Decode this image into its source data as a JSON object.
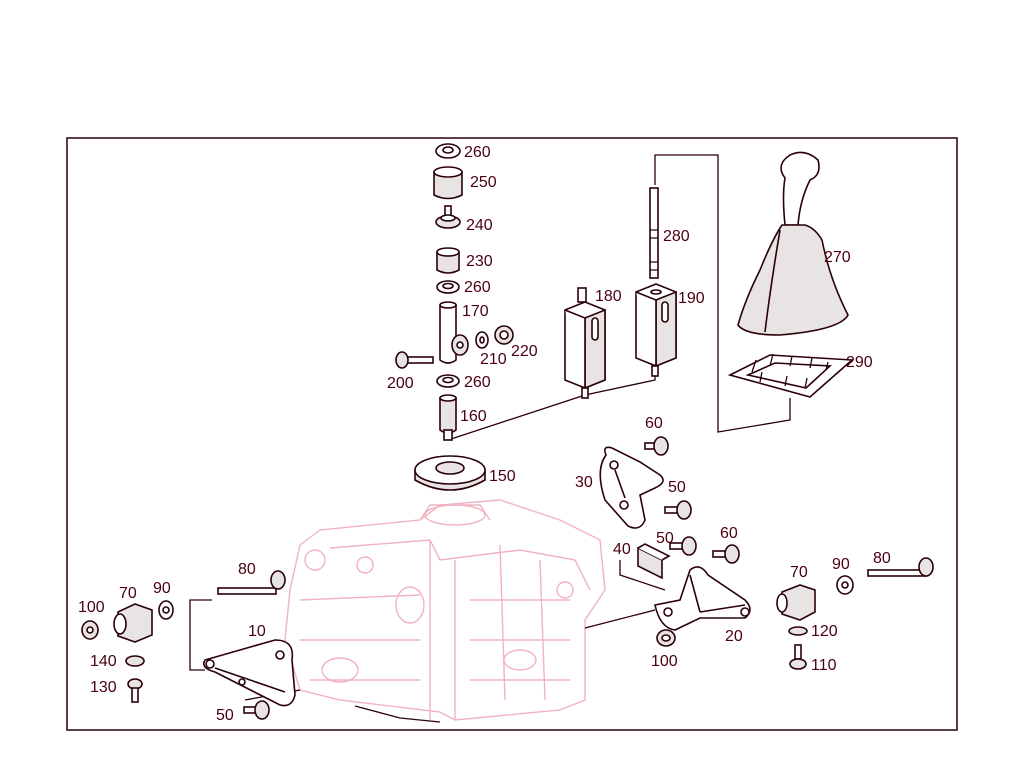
{
  "colors": {
    "ink": "#2a0008",
    "label": "#4a0010",
    "ghost": "#f2b3c0",
    "frame": "#2a0008"
  },
  "callouts": {
    "c260a": "260",
    "c250": "250",
    "c240": "240",
    "c230": "230",
    "c260b": "260",
    "c170": "170",
    "c210": "210",
    "c220": "220",
    "c200": "200",
    "c260c": "260",
    "c160": "160",
    "c150": "150",
    "c180": "180",
    "c190": "190",
    "c280": "280",
    "c270": "270",
    "c290": "290",
    "c60a": "60",
    "c30": "30",
    "c50a": "50",
    "c50b": "50",
    "c60b": "60",
    "c40": "40",
    "c70a": "70",
    "c90a": "90",
    "c80a": "80",
    "c100a": "100",
    "c10": "10",
    "c140": "140",
    "c130": "130",
    "c50c": "50",
    "c70b": "70",
    "c90b": "90",
    "c80b": "80",
    "c120": "120",
    "c110": "110",
    "c20": "20",
    "c100b": "100"
  }
}
